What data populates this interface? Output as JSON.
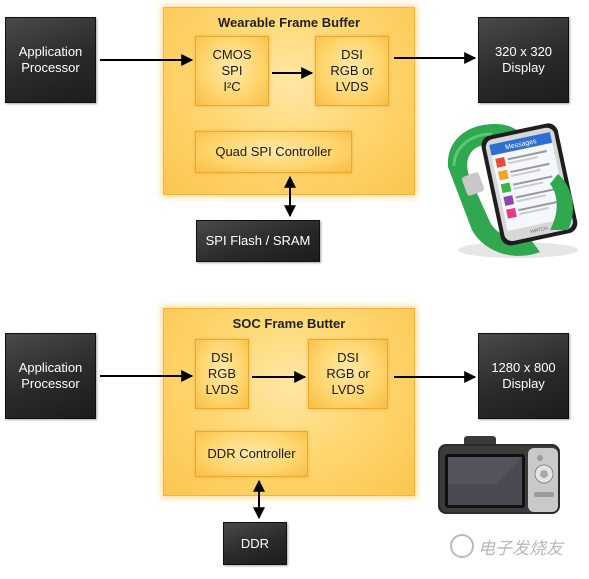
{
  "top": {
    "frame_title": "Wearable Frame Buffer",
    "source": "Application\nProcessor",
    "block_in": "CMOS\nSPI\nI²C",
    "block_out": "DSI\nRGB or\nLVDS",
    "controller": "Quad SPI Controller",
    "memory": "SPI Flash / SRAM",
    "display": "320 x 320\nDisplay",
    "watch_screen_title": "Messages",
    "watch_brand": "WATCH"
  },
  "bottom": {
    "frame_title": "SOC Frame Butter",
    "source": "Application\nProcessor",
    "block_in": "DSI\nRGB\nLVDS",
    "block_out": "DSI\nRGB or\nLVDS",
    "controller": "DDR Controller",
    "memory": "DDR",
    "display": "1280 x 800\nDisplay"
  },
  "watermark": "电子发烧友",
  "colors": {
    "frame": "#ffd873",
    "dark_box": "#2a2a2a",
    "watch_band": "#2fa84f"
  }
}
